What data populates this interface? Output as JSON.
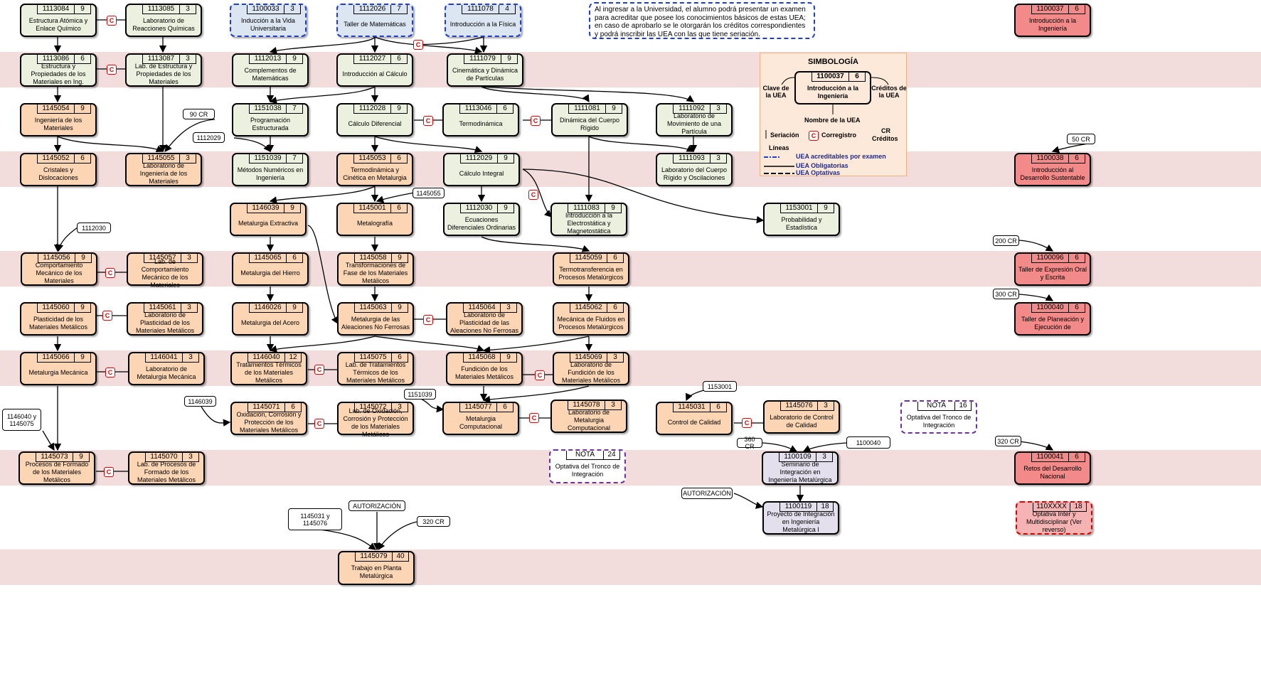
{
  "note": "Al ingresar a la Universidad, el alumno podrá presentar un examen para acreditar que posee los conocimientos básicos de estas UEA; en caso de aprobarlo se le otorgarán los créditos correspondientes y podrá inscribir las UEA con las que tiene seriación.",
  "legend": {
    "title": "SIMBOLOGÍA",
    "sample_code": "1100037",
    "sample_credits": "6",
    "sample_name": "Introducción a la Ingeniería",
    "label_key": "Clave de la UEA",
    "label_credits": "Créditos de la UEA",
    "label_name": "Nombre de la UEA",
    "seriacion": "Seriación",
    "corregistro": "Corregistro",
    "cr": "CR",
    "creditos": "Créditos",
    "lineas": "Líneas",
    "line_exam": "UEA acreditables por examen",
    "line_oblig": "UEA Obligatorias",
    "line_opt": "UEA Optativas"
  },
  "corregistro_symbol": "C",
  "uea": [
    {
      "code": "1113084",
      "cr": "9",
      "name": "Estructura Atómica y Enlace Químico",
      "c": "green"
    },
    {
      "code": "1113085",
      "cr": "3",
      "name": "Laboratorio de Reacciones Químicas",
      "c": "green"
    },
    {
      "code": "1100033",
      "cr": "3",
      "name": "Inducción a la Vida Universitaria",
      "c": "blue"
    },
    {
      "code": "1112026",
      "cr": "7",
      "name": "Taller de Matemáticas",
      "c": "blue"
    },
    {
      "code": "1111078",
      "cr": "4",
      "name": "Introducción a la Física",
      "c": "blue"
    },
    {
      "code": "1100037",
      "cr": "6",
      "name": "Introducción a la Ingeniería",
      "c": "red"
    },
    {
      "code": "1113086",
      "cr": "6",
      "name": "Estructura y Propiedades de los Materiales en Ing.",
      "c": "green"
    },
    {
      "code": "1113087",
      "cr": "3",
      "name": "Lab. de Estructura y Propiedades de los Materiales",
      "c": "green"
    },
    {
      "code": "1112013",
      "cr": "9",
      "name": "Complementos de Matemáticas",
      "c": "green"
    },
    {
      "code": "1112027",
      "cr": "6",
      "name": "Introducción al Cálculo",
      "c": "green"
    },
    {
      "code": "1111079",
      "cr": "9",
      "name": "Cinemática y Dinámica de Partículas",
      "c": "green"
    },
    {
      "code": "1145054",
      "cr": "9",
      "name": "Ingeniería de los Materiales",
      "c": "orange"
    },
    {
      "code": "1151038",
      "cr": "7",
      "name": "Programación Estructurada",
      "c": "green"
    },
    {
      "code": "1112028",
      "cr": "9",
      "name": "Cálculo Diferencial",
      "c": "green"
    },
    {
      "code": "1113046",
      "cr": "6",
      "name": "Termodinámica",
      "c": "green"
    },
    {
      "code": "1111081",
      "cr": "9",
      "name": "Dinámica del Cuerpo Rígido",
      "c": "green"
    },
    {
      "code": "1111092",
      "cr": "3",
      "name": "Laboratorio de Movimiento de una Partícula",
      "c": "green"
    },
    {
      "code": "1145052",
      "cr": "6",
      "name": "Cristales y Dislocaciones",
      "c": "orange"
    },
    {
      "code": "1145055",
      "cr": "3",
      "name": "Laboratorio de Ingeniería de los Materiales",
      "c": "orange"
    },
    {
      "code": "1151039",
      "cr": "7",
      "name": "Métodos Numéricos en Ingeniería",
      "c": "green"
    },
    {
      "code": "1145053",
      "cr": "6",
      "name": "Termodinámica y Cinética en Metalurgia",
      "c": "orange"
    },
    {
      "code": "1112029",
      "cr": "9",
      "name": "Cálculo Integral",
      "c": "green"
    },
    {
      "code": "1111093",
      "cr": "3",
      "name": "Laboratorio del Cuerpo Rígido y Oscilaciones",
      "c": "green"
    },
    {
      "code": "1100038",
      "cr": "6",
      "name": "Introducción al Desarrollo Sustentable",
      "c": "red"
    },
    {
      "code": "1146039",
      "cr": "9",
      "name": "Metalurgia Extractiva",
      "c": "orange"
    },
    {
      "code": "1145001",
      "cr": "6",
      "name": "Metalografía",
      "c": "orange"
    },
    {
      "code": "1112030",
      "cr": "9",
      "name": "Ecuaciones Diferenciales Ordinarias",
      "c": "green"
    },
    {
      "code": "1111083",
      "cr": "9",
      "name": "Introducción a la Electrostática y Magnetostática",
      "c": "green"
    },
    {
      "code": "1153001",
      "cr": "9",
      "name": "Probabilidad y Estadística",
      "c": "green"
    },
    {
      "code": "1145056",
      "cr": "9",
      "name": "Comportamiento Mecánico de los Materiales",
      "c": "orange"
    },
    {
      "code": "1145057",
      "cr": "3",
      "name": "Lab. de Comportamiento Mecánico de los Materiales",
      "c": "orange"
    },
    {
      "code": "1145065",
      "cr": "6",
      "name": "Metalurgia del Hierro",
      "c": "orange"
    },
    {
      "code": "1145058",
      "cr": "9",
      "name": "Transformaciones de Fase de los Materiales Metálicos",
      "c": "orange"
    },
    {
      "code": "1145059",
      "cr": "6",
      "name": "Termotransferencia en Procesos Metalúrgicos",
      "c": "orange"
    },
    {
      "code": "1100096",
      "cr": "6",
      "name": "Taller de Expresión Oral y Escrita",
      "c": "red"
    },
    {
      "code": "1145060",
      "cr": "9",
      "name": "Plasticidad de los Materiales Metálicos",
      "c": "orange"
    },
    {
      "code": "1145061",
      "cr": "3",
      "name": "Laboratorio de Plasticidad de los Materiales Metálicos",
      "c": "orange"
    },
    {
      "code": "1146026",
      "cr": "9",
      "name": "Metalurgia del Acero",
      "c": "orange"
    },
    {
      "code": "1145063",
      "cr": "9",
      "name": "Metalurgia de las Aleaciones No Ferrosas",
      "c": "orange"
    },
    {
      "code": "1145064",
      "cr": "3",
      "name": "Laboratorio de Plasticidad de las Aleaciones No Ferrosas",
      "c": "orange"
    },
    {
      "code": "1145062",
      "cr": "6",
      "name": "Mecánica de Fluidos en Procesos Metalúrgicos",
      "c": "orange"
    },
    {
      "code": "1100040",
      "cr": "6",
      "name": "Taller de Planeación y Ejecución de",
      "c": "red"
    },
    {
      "code": "1145066",
      "cr": "9",
      "name": "Metalurgia Mecánica",
      "c": "orange"
    },
    {
      "code": "1146041",
      "cr": "3",
      "name": "Laboratorio de Metalurgia Mecánica",
      "c": "orange"
    },
    {
      "code": "1146040",
      "cr": "12",
      "name": "Tratamientos Térmicos de los Materiales Metálicos",
      "c": "orange"
    },
    {
      "code": "1145075",
      "cr": "6",
      "name": "Lab. de Tratamientos Térmicos de los Materiales Metálicos",
      "c": "orange"
    },
    {
      "code": "1145068",
      "cr": "9",
      "name": "Fundición de los Materiales Metálicos",
      "c": "orange"
    },
    {
      "code": "1145069",
      "cr": "3",
      "name": "Laboratorio de Fundición de los Materiales Metálicos",
      "c": "orange"
    },
    {
      "code": "1145071",
      "cr": "6",
      "name": "Oxidación, Corrosión y Protección de los Materiales Metálicos",
      "c": "orange"
    },
    {
      "code": "1145072",
      "cr": "3",
      "name": "Lab. de Oxidación, Corrosión y Protección de los Materiales Metálicos",
      "c": "orange"
    },
    {
      "code": "1145077",
      "cr": "6",
      "name": "Metalurgia Computacional",
      "c": "orange"
    },
    {
      "code": "1145078",
      "cr": "3",
      "name": "Laboratorio de Metalurgia Computacional",
      "c": "orange"
    },
    {
      "code": "1145031",
      "cr": "6",
      "name": "Control de Calidad",
      "c": "orange"
    },
    {
      "code": "1145076",
      "cr": "3",
      "name": "Laboratorio de Control de Calidad",
      "c": "orange"
    },
    {
      "code": "1145073",
      "cr": "9",
      "name": "Procesos de Formado de los Materiales Metálicos",
      "c": "orange"
    },
    {
      "code": "1145070",
      "cr": "3",
      "name": "Lab. de Procesos de Formado de los Materiales Metálicos",
      "c": "orange"
    },
    {
      "code": "1100109",
      "cr": "3",
      "name": "Seminario de Integración en Ingeniería Metalúrgica",
      "c": "purple"
    },
    {
      "code": "1100041",
      "cr": "6",
      "name": "Retos del Desarrollo Nacional",
      "c": "red"
    },
    {
      "code": "1100119",
      "cr": "18",
      "name": "Proyecto de Integración en Ingeniería Metalúrgica I",
      "c": "purple"
    },
    {
      "code": "110XXXX",
      "cr": "18",
      "name": "Optativa Inter y Multidisciplinar (Ver reverso)",
      "c": "redlight"
    },
    {
      "code": "1145079",
      "cr": "40",
      "name": "Trabajo en Planta Metalúrgica",
      "c": "orange"
    }
  ],
  "notas": [
    {
      "code": "NOTA",
      "cr": "16",
      "name": "Optativa del Tronco de Integración"
    },
    {
      "code": "NOTA",
      "cr": "24",
      "name": "Optativa del Tronco de Integración"
    }
  ],
  "reqs": [
    "90 CR",
    "1112029",
    "50 CR",
    "1145055",
    "1112030",
    "200 CR",
    "300 CR",
    "1146039",
    "1151039",
    "1146040 y 1145075",
    "1153001",
    "360 CR",
    "1100040",
    "320 CR",
    "AUTORIZACIÓN",
    "AUTORIZACIÓN",
    "1145031 y 1145076",
    "320 CR"
  ]
}
